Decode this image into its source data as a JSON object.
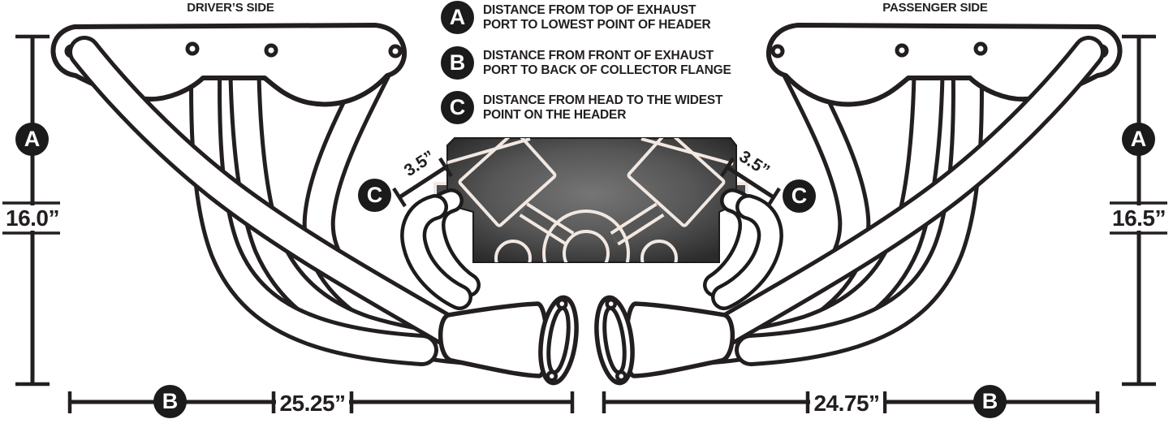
{
  "titles": {
    "driver": "DRIVER’S SIDE",
    "passenger": "PASSENGER SIDE"
  },
  "legend": [
    {
      "key": "A",
      "line1": "DISTANCE FROM TOP OF EXHAUST",
      "line2": "PORT TO LOWEST POINT OF HEADER"
    },
    {
      "key": "B",
      "line1": "DISTANCE FROM FRONT OF EXHAUST",
      "line2": "PORT TO BACK OF COLLECTOR FLANGE"
    },
    {
      "key": "C",
      "line1": "DISTANCE FROM HEAD TO THE WIDEST",
      "line2": "POINT ON THE HEADER"
    }
  ],
  "badges": {
    "a": "A",
    "b": "B",
    "c": "C"
  },
  "measurements": {
    "driver_a": "16.0”",
    "driver_b": "25.25”",
    "driver_c": "3.5”",
    "passenger_a": "16.5”",
    "passenger_b": "24.75”",
    "passenger_c": "3.5”"
  },
  "colors": {
    "line": "#231f20",
    "badge_bg": "#1b1b1b",
    "badge_text": "#ffffff",
    "engine_center": "#757575",
    "engine_edge": "#2b2b2b",
    "engine_outline": "#f2e8e2"
  }
}
